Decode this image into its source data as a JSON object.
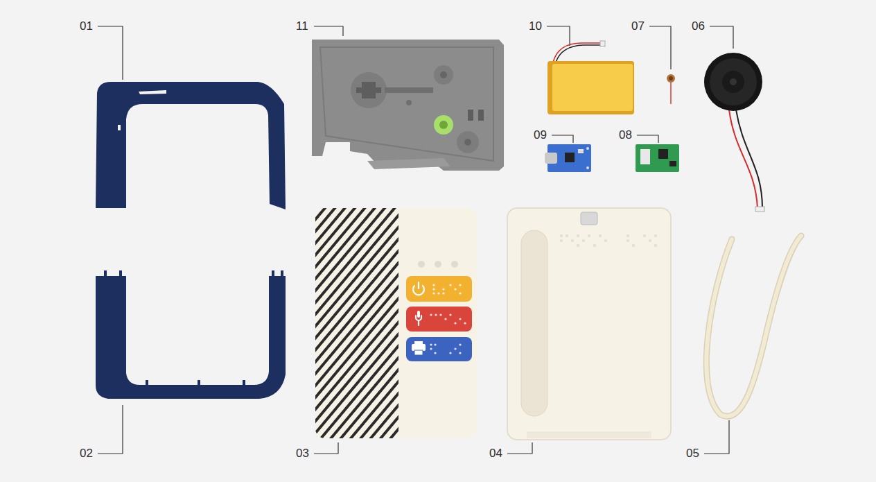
{
  "diagram": {
    "labels": [
      "01",
      "11",
      "10",
      "07",
      "06",
      "09",
      "08",
      "02",
      "03",
      "04",
      "05"
    ]
  }
}
